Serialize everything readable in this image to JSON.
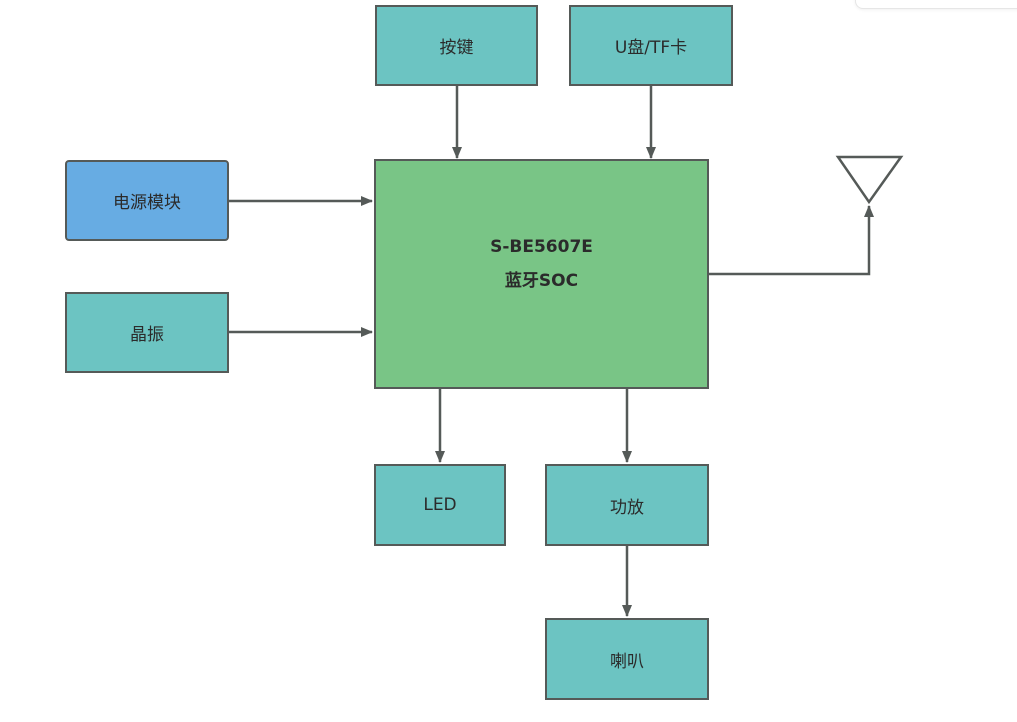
{
  "diagram": {
    "soc": {
      "line1": "S-BE5607E",
      "line2": "蓝牙SOC"
    },
    "nodes": {
      "keys": "按键",
      "storage": "U盘/TF卡",
      "power": "电源模块",
      "crystal": "晶振",
      "led": "LED",
      "amp": "功放",
      "speaker": "喇叭"
    },
    "colors": {
      "teal": "#6cc4c2",
      "blue": "#67ace3",
      "green": "#79c586",
      "line": "#555a58"
    }
  }
}
